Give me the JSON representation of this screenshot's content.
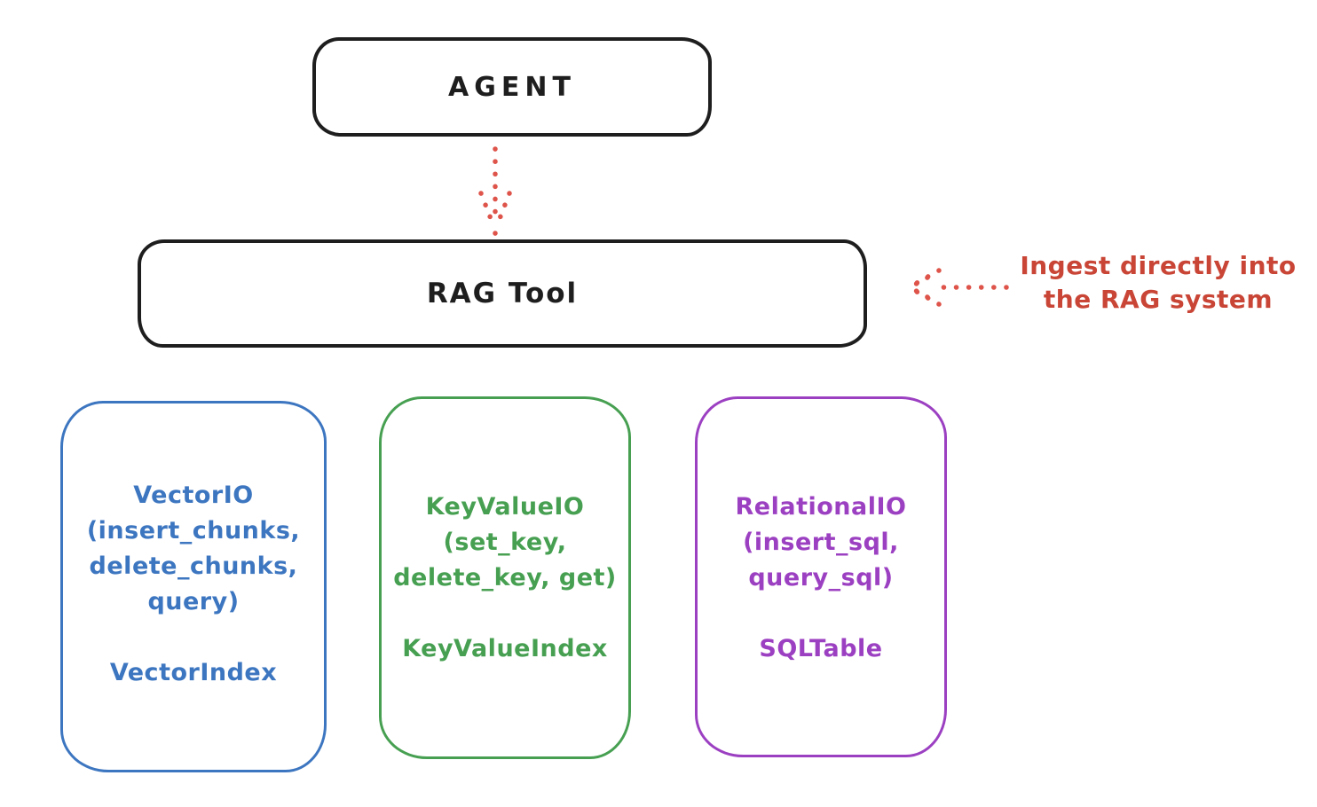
{
  "nodes": {
    "agent": {
      "label": "AGENT",
      "stroke": "#1e1e1e"
    },
    "rag_tool": {
      "label": "RAG Tool",
      "stroke": "#1e1e1e"
    }
  },
  "annotation": {
    "line1": "Ingest directly into",
    "line2": "the RAG system",
    "color": "#c94536"
  },
  "arrows": {
    "color": "#de544a",
    "agent_to_rag_tool": "dotted-down-arrow",
    "annotation_to_rag_tool": "dotted-left-arrow"
  },
  "backends": [
    {
      "io_lines": [
        "VectorIO",
        "(insert_chunks,",
        "delete_chunks,",
        "query)"
      ],
      "index_label": "VectorIndex",
      "color": "#3d76c0"
    },
    {
      "io_lines": [
        "KeyValueIO",
        "(set_key,",
        "delete_key, get)"
      ],
      "index_label": "KeyValueIndex",
      "color": "#47a052"
    },
    {
      "io_lines": [
        "RelationalIO",
        "(insert_sql,",
        "query_sql)"
      ],
      "index_label": "SQLTable",
      "color": "#9c40c2"
    }
  ]
}
